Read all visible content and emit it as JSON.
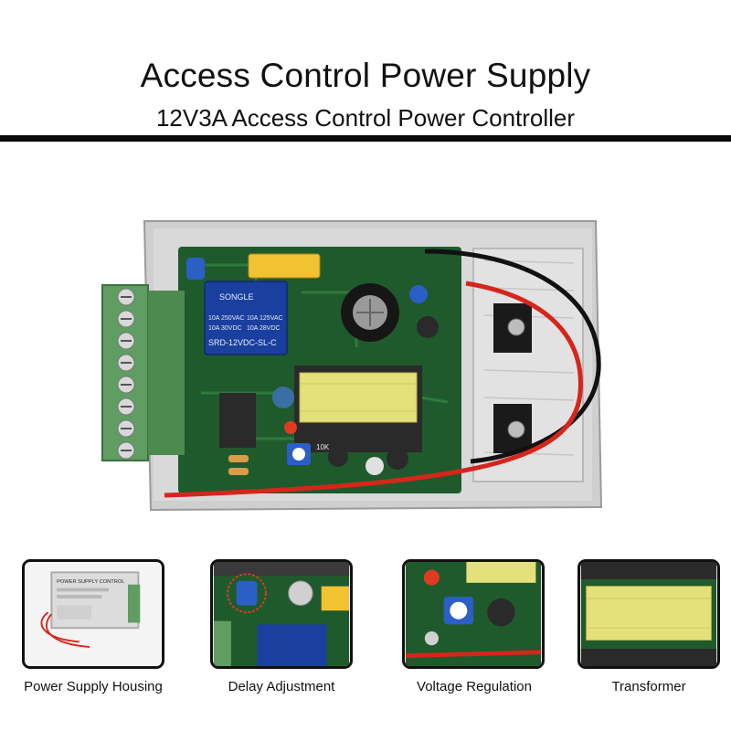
{
  "header": {
    "title": "Access Control Power Supply",
    "subtitle": "12V3A Access Control Power Controller"
  },
  "board_labels": {
    "relay_brand": "SONGLE",
    "relay_rating_1": "10A 250VAC",
    "relay_rating_2": "10A 125VAC",
    "relay_rating_3": "10A 30VDC",
    "relay_rating_4": "10A 28VDC",
    "relay_model": "SRD-12VDC-SL-C",
    "pot_label": "10K"
  },
  "housing_label": "POWER SUPPLY CONTROL",
  "features": [
    {
      "caption": "Power Supply Housing"
    },
    {
      "caption": "Delay Adjustment"
    },
    {
      "caption": "Voltage Regulation"
    },
    {
      "caption": "Transformer"
    }
  ],
  "colors": {
    "pcb": "#1f5a2c",
    "terminal": "#5f9d62",
    "transformer": "#e4e07a",
    "heatsink": "#d9d9d9",
    "red_wire": "#d6261c",
    "black_wire": "#111111"
  }
}
